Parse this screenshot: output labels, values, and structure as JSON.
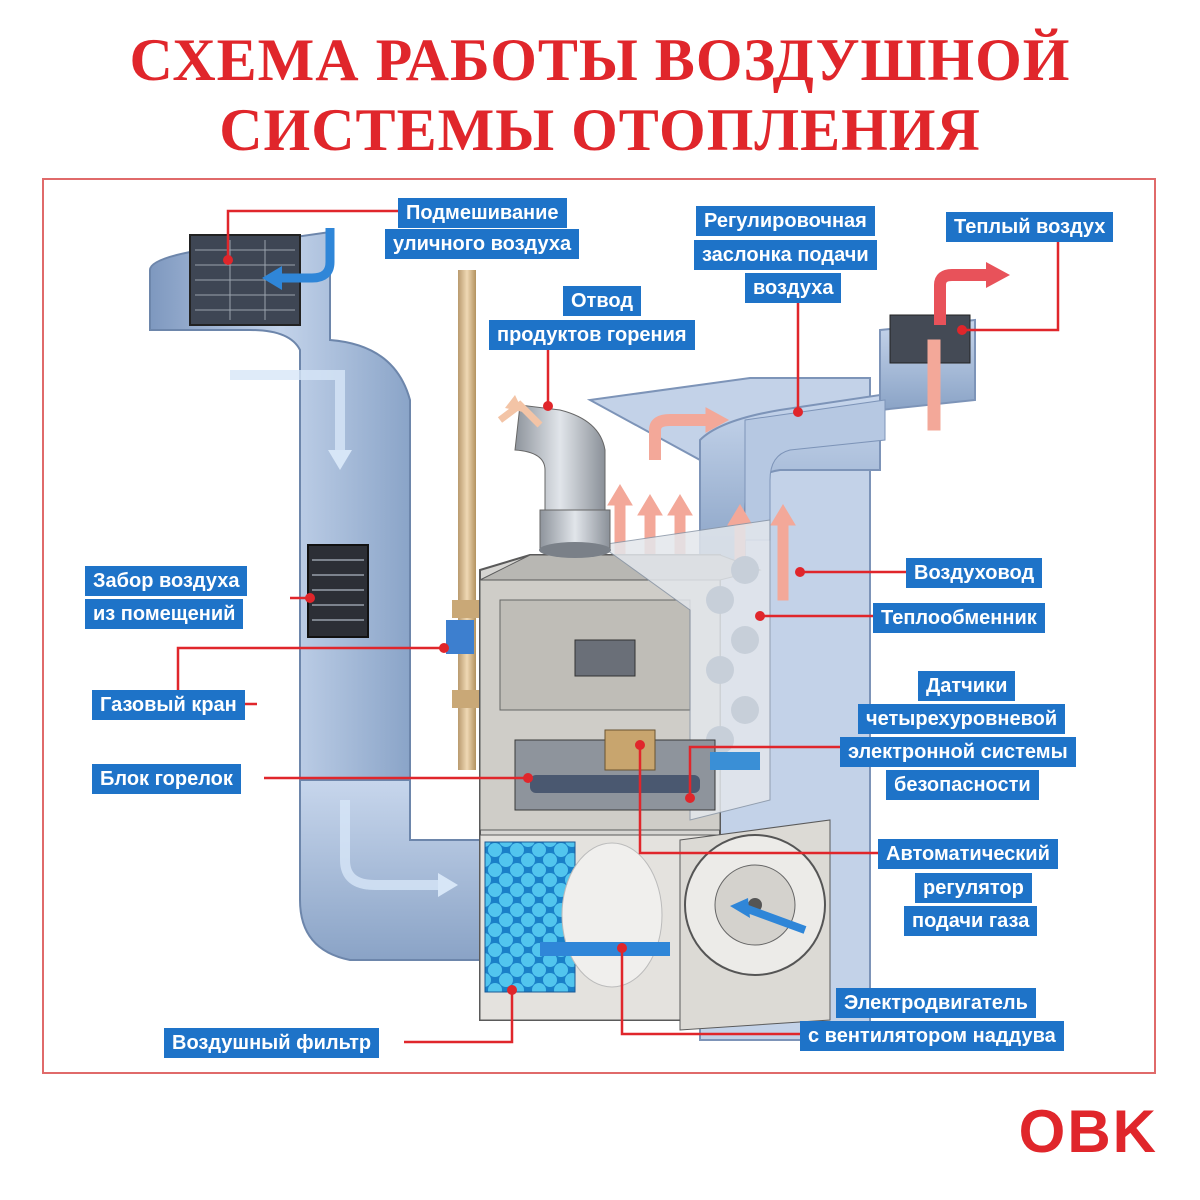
{
  "title": {
    "line1": "СХЕМА РАБОТЫ ВОЗДУШНОЙ",
    "line2": "СИСТЕМЫ ОТОПЛЕНИЯ"
  },
  "labels": {
    "outside_air": [
      "Подмешивание",
      "уличного воздуха"
    ],
    "damper": [
      "Регулировочная",
      "заслонка подачи",
      "воздуха"
    ],
    "warm_air": [
      "Теплый воздух"
    ],
    "exhaust": [
      "Отвод",
      "продуктов горения"
    ],
    "duct": [
      "Воздуховод"
    ],
    "heat_exchanger": [
      "Теплообменник"
    ],
    "room_intake": [
      "Забор воздуха",
      "из помещений"
    ],
    "gas_valve": [
      "Газовый кран"
    ],
    "sensors": [
      "Датчики",
      "четырехуровневой",
      "электронной системы",
      "безопасности"
    ],
    "burners": [
      "Блок горелок"
    ],
    "gas_regulator": [
      "Автоматический",
      "регулятор",
      "подачи газа"
    ],
    "motor": [
      "Электродвигатель",
      "с вентилятором наддува"
    ],
    "filter": [
      "Воздушный фильтр"
    ]
  },
  "logo": "OBK",
  "colors": {
    "title": "#e0262b",
    "label_bg": "#1e73c8",
    "leader": "#e0262b",
    "duct": "#9fb6d6",
    "cold_arrow": "#2f86d8",
    "warm_arrow": "#e8525a"
  }
}
